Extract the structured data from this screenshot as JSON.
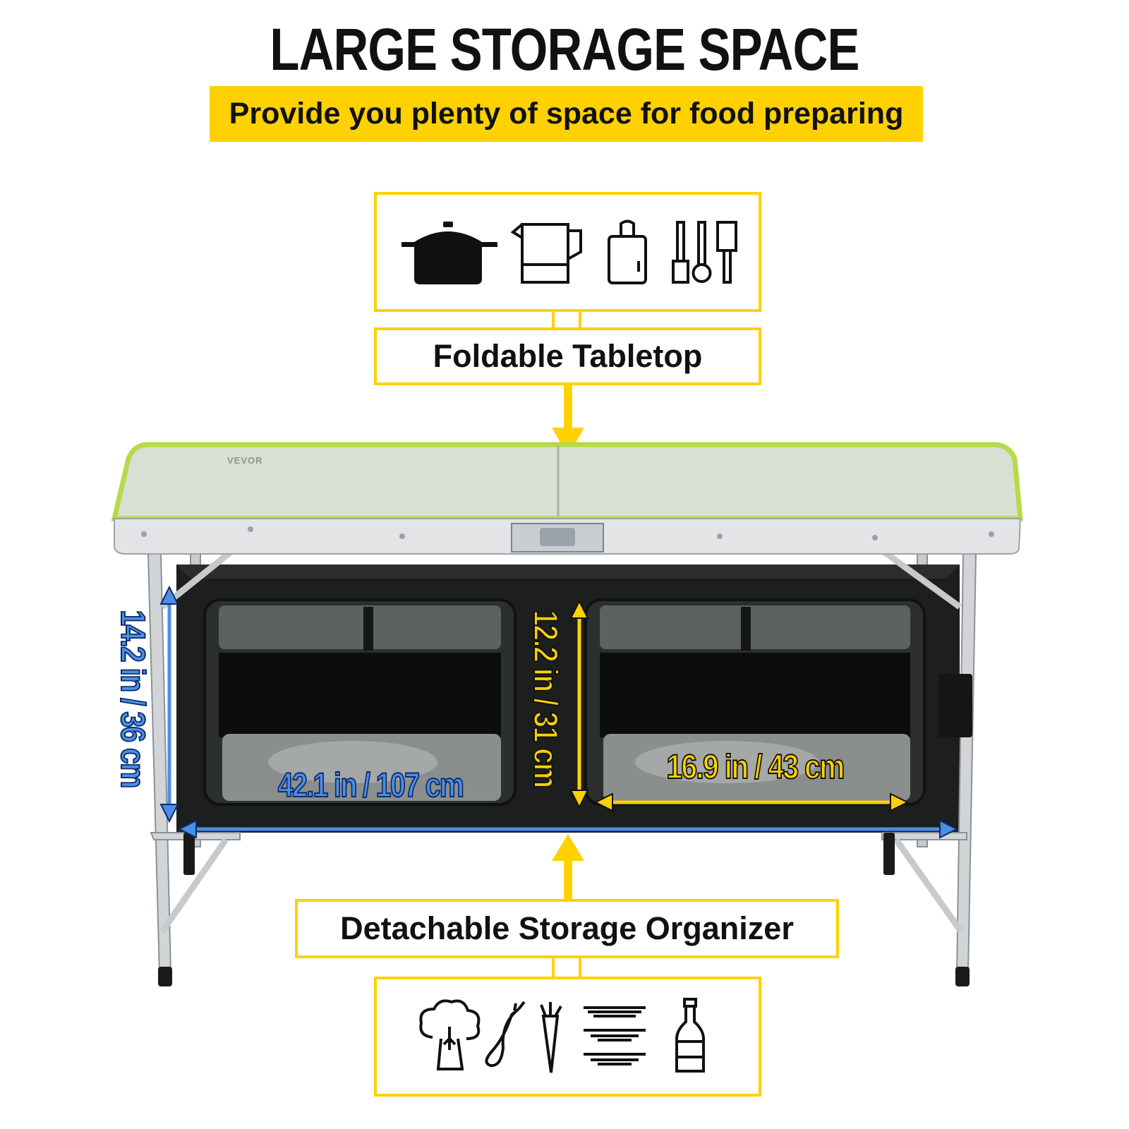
{
  "header": {
    "title": "LARGE STORAGE SPACE",
    "subtitle": "Provide you plenty of space for food preparing"
  },
  "callouts": {
    "top_label": "Foldable Tabletop",
    "bottom_label": "Detachable Storage Organizer",
    "top_icons": [
      "pot-icon",
      "kettle-icon",
      "cutting-board-icon",
      "kitchen-utensils-icon"
    ],
    "bottom_icons": [
      "vegetable-icon",
      "eggplant-carrot-icon",
      "stacked-plates-icon",
      "bottle-icon"
    ]
  },
  "product": {
    "brand": "VEVOR"
  },
  "dimensions": {
    "width": "42.1 in / 107 cm",
    "height_total": "14.2 in / 36 cm",
    "height_compartment": "12.2 in / 31 cm",
    "width_compartment": "16.9 in / 43 cm"
  },
  "colors": {
    "accent": "#ffd100",
    "dimension_blue": "#4a8fe7",
    "tabletop": "#d6ddd0",
    "tabletop_edge": "#b8d94a",
    "organizer": "#1c1f1e"
  }
}
